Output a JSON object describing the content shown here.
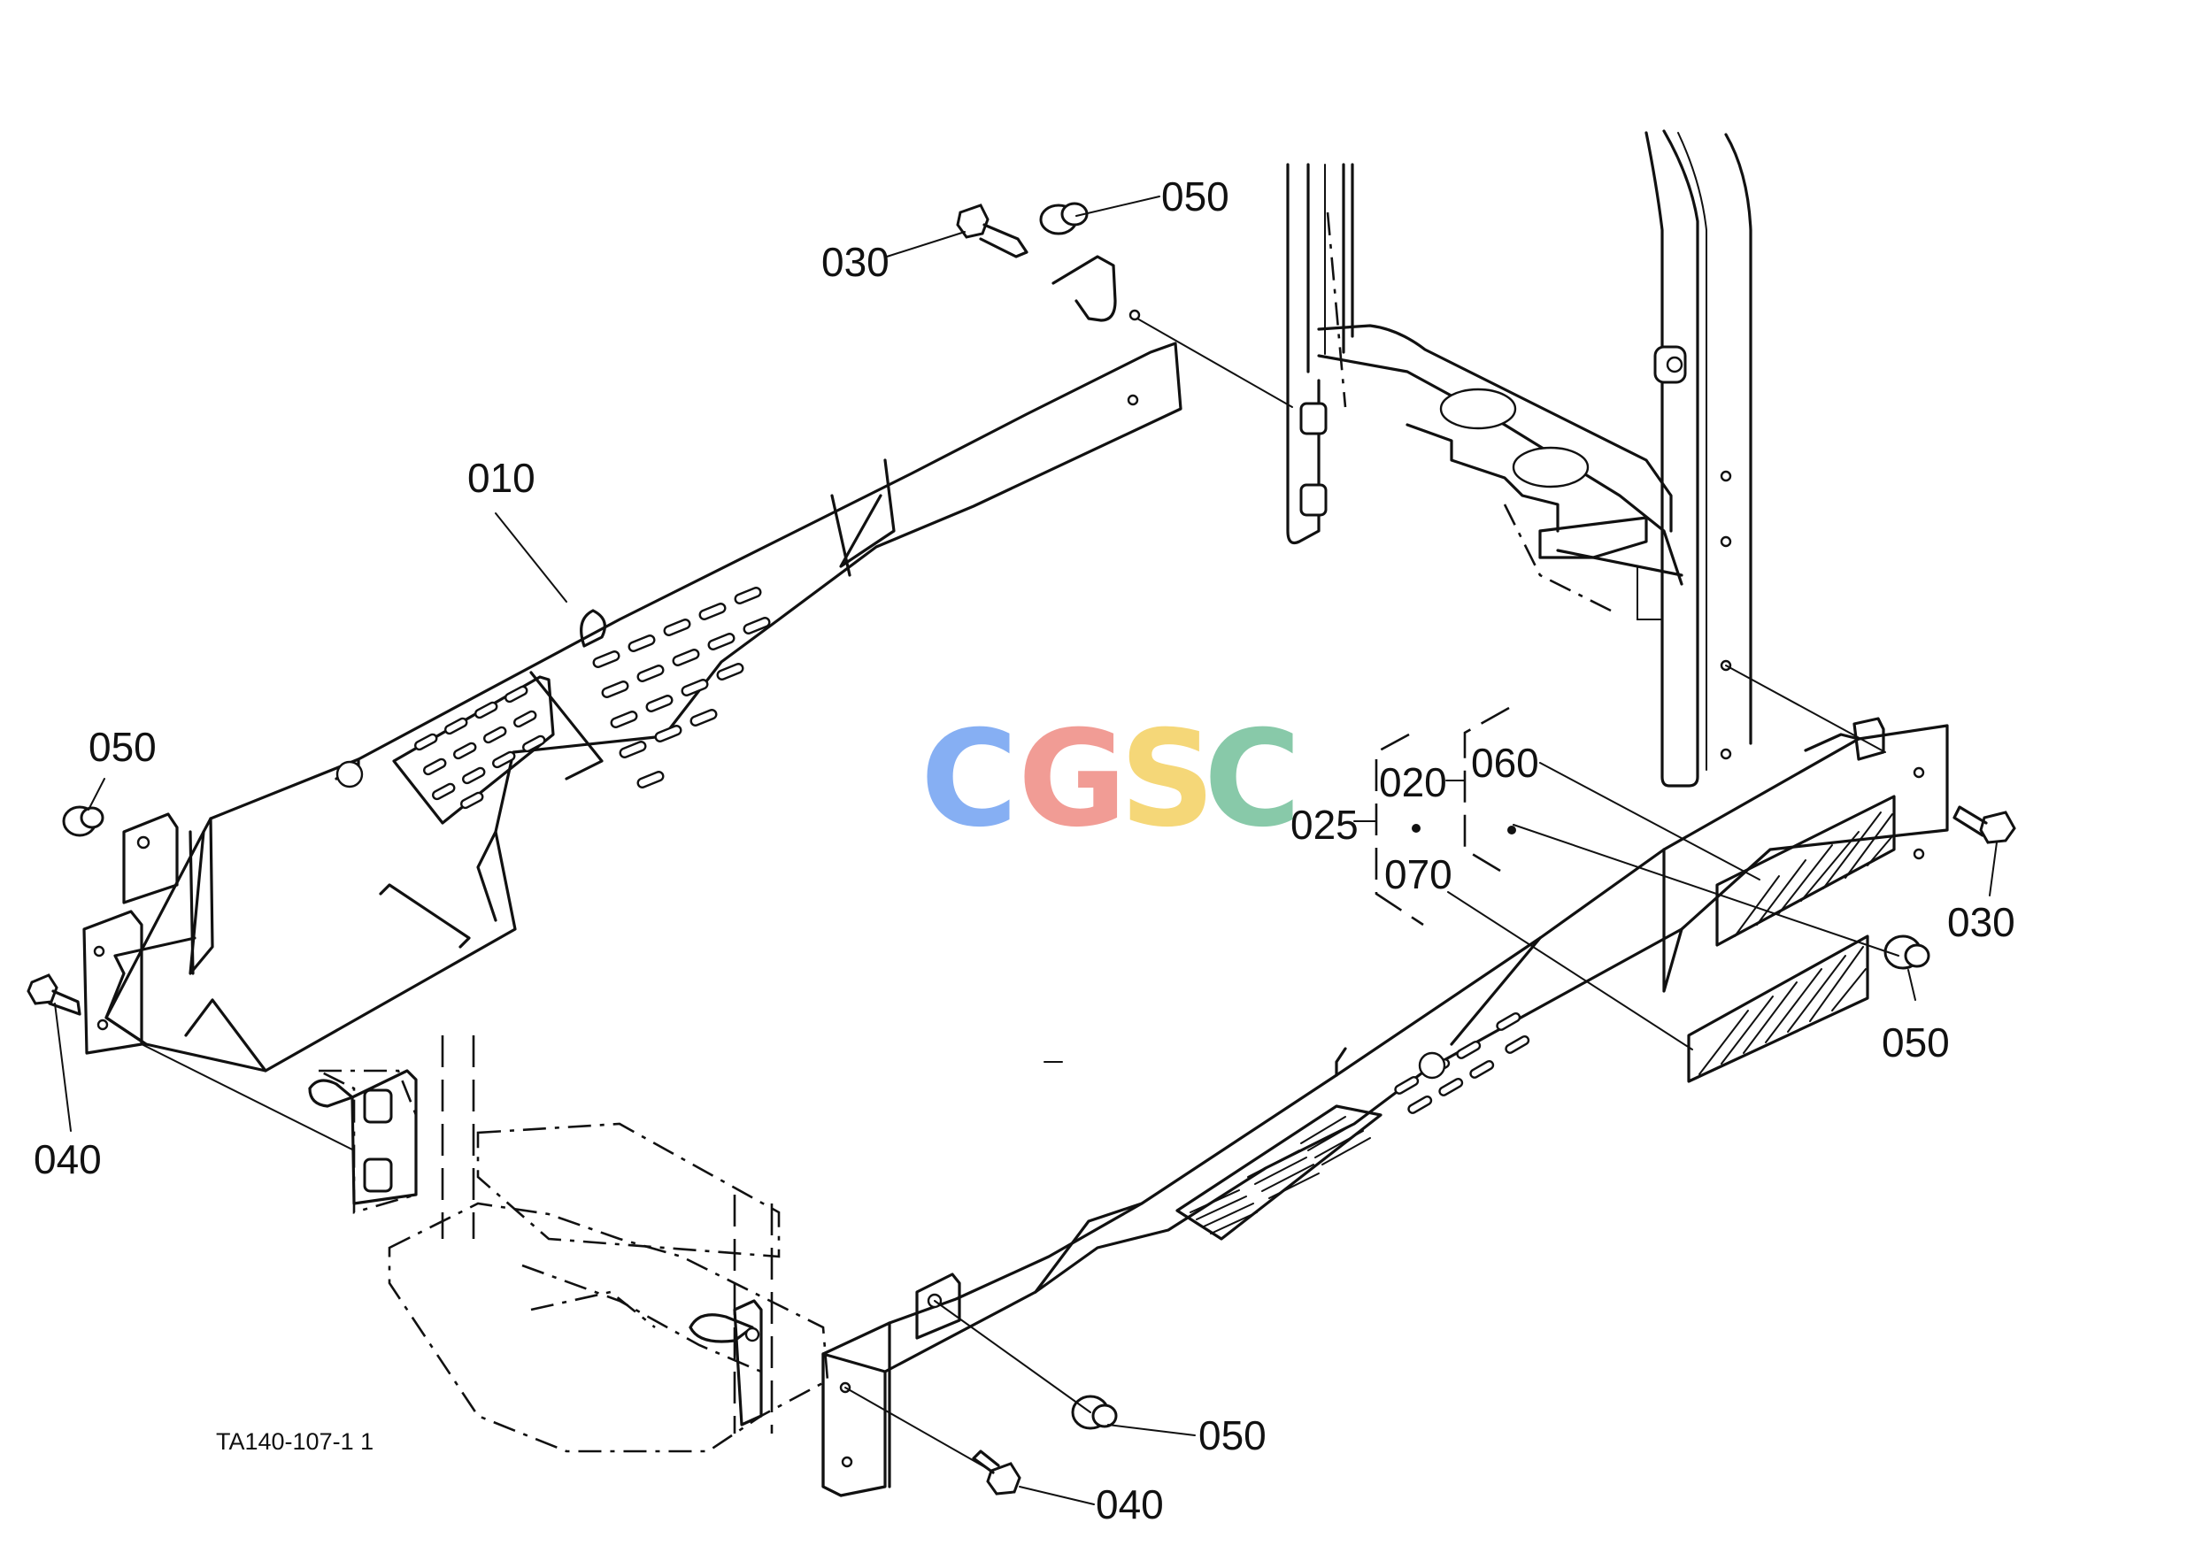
{
  "diagram": {
    "callouts": {
      "c010": "010",
      "c020": "020",
      "c025": "025",
      "c030_top": "030",
      "c030_right": "030",
      "c040_left": "040",
      "c040_bottom": "040",
      "c050_top": "050",
      "c050_left": "050",
      "c050_right": "050",
      "c050_bottom": "050",
      "c060": "060",
      "c070": "070"
    },
    "reference_code": "TA140-107-1 1"
  },
  "watermark": {
    "letters": [
      "C",
      "G",
      "S",
      "C"
    ],
    "colors": [
      "#7aa7f2",
      "#f0928a",
      "#f5d36a",
      "#7cc4a0"
    ]
  }
}
